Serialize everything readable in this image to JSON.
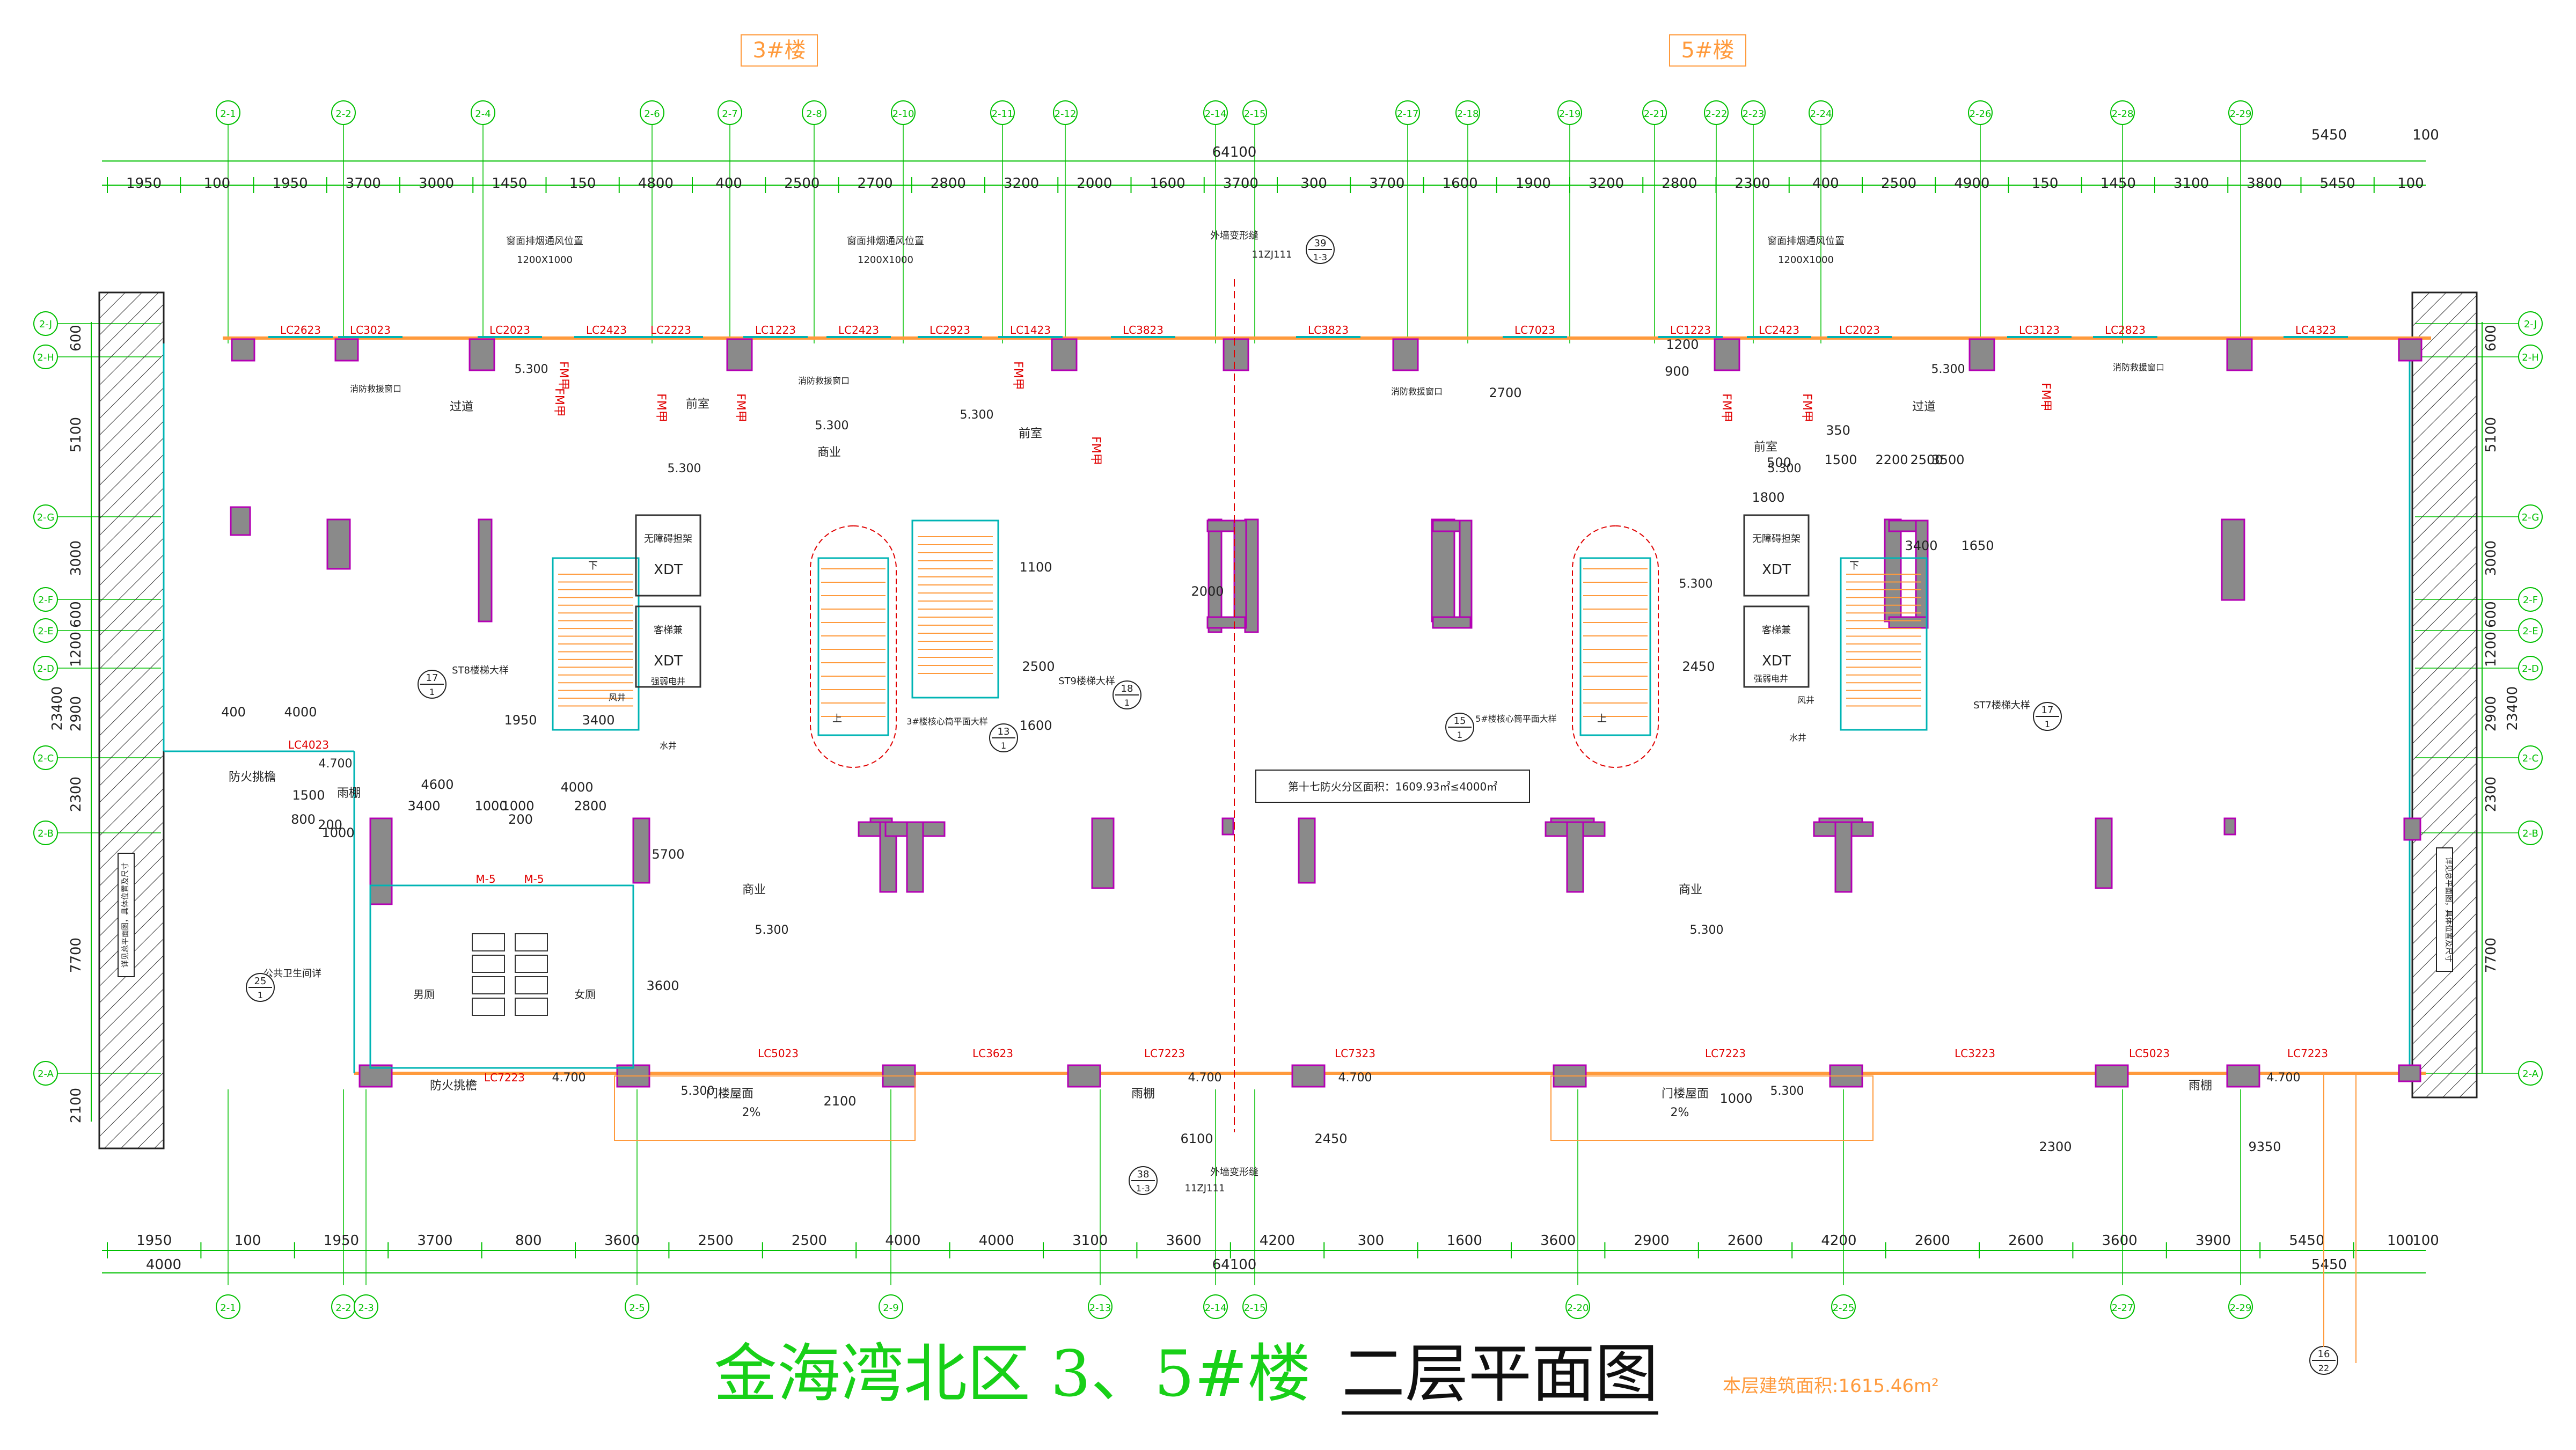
{
  "title": {
    "main": "金海湾北区  3、5#楼",
    "sub": "二层平面图",
    "area_note": "本层建筑面积:1615.46m²"
  },
  "building_tags": {
    "left": "3#楼",
    "right": "5#楼"
  },
  "axes_top": [
    "2-1",
    "2-2",
    "2-4",
    "2-6",
    "2-7",
    "2-8",
    "2-10",
    "2-11",
    "2-12",
    "2-14",
    "2-15",
    "2-17",
    "2-18",
    "2-19",
    "2-21",
    "2-22",
    "2-23",
    "2-24",
    "2-26",
    "2-28",
    "2-29"
  ],
  "axes_bottom": [
    "2-1",
    "2-2",
    "2-3",
    "2-5",
    "2-9",
    "2-13",
    "2-14",
    "2-15",
    "2-20",
    "2-25",
    "2-27",
    "2-29"
  ],
  "axes_rows": [
    "2-J",
    "2-H",
    "2-G",
    "2-F",
    "2-E",
    "2-D",
    "2-C",
    "2-B",
    "2-A"
  ],
  "dims": {
    "top_total": "64100",
    "top_right_a": "5450",
    "top_right_b": "100",
    "top_row": [
      "1950",
      "100",
      "1950",
      "3700",
      "3000",
      "1450",
      "150",
      "4800",
      "400",
      "2500",
      "2700",
      "2800",
      "3200",
      "2000",
      "1600",
      "3700",
      "300",
      "3700",
      "1600",
      "1900",
      "3200",
      "2800",
      "2300",
      "400",
      "2500",
      "4900",
      "150",
      "1450",
      "3100",
      "3800",
      "5450",
      "100"
    ],
    "bottom_row": [
      "1950",
      "100",
      "1950",
      "3700",
      "800",
      "3600",
      "2500",
      "2500",
      "4000",
      "4000",
      "3100",
      "3600",
      "4200",
      "300",
      "1600",
      "3600",
      "2900",
      "2600",
      "4200",
      "2600",
      "2600",
      "3600",
      "3900",
      "5450",
      "100"
    ],
    "bottom_sub": [
      "4000",
      "5450"
    ],
    "bottom_total": "64100",
    "bottom_right": "100",
    "left_side": [
      "600",
      "5100",
      "3000",
      "600",
      "1200",
      "2900",
      "2300",
      "7700",
      "2100"
    ],
    "left_total": "23400",
    "right_side": [
      "600",
      "5100",
      "3000",
      "600",
      "1200",
      "2900",
      "2300",
      "7700"
    ],
    "right_total": "23400",
    "misc": [
      "2300",
      "9350",
      "6100",
      "2450",
      "4600",
      "4000",
      "3400",
      "1000",
      "1000",
      "2800",
      "400",
      "4000",
      "1950",
      "3400",
      "2450",
      "3400",
      "1650",
      "2500",
      "2200",
      "1500",
      "350",
      "500",
      "1800",
      "2700",
      "900",
      "1200",
      "2000",
      "5700",
      "3600",
      "1100",
      "2500",
      "1600",
      "800",
      "1500",
      "1000",
      "200",
      "200",
      "3500",
      "2100",
      "1000"
    ]
  },
  "windows": [
    "LC2623",
    "LC3023",
    "LC2023",
    "LC2423",
    "LC2223",
    "LC1223",
    "LC2423",
    "LC2923",
    "LC1423",
    "LC3823",
    "LC3823",
    "LC7023",
    "LC1223",
    "LC2423",
    "LC2023",
    "LC3123",
    "LC2823",
    "LC4323",
    "LC4023",
    "LC7223",
    "LC5023",
    "LC3623",
    "LC7223",
    "LC7323",
    "LC7223",
    "LC3223",
    "LC5023",
    "LC7223"
  ],
  "labels": {
    "shop": "商业",
    "elevation": "5.300",
    "elev_low": "4.700",
    "fire_zone": "第十七防火分区面积：1609.93㎡≤4000㎡",
    "canopy": "雨棚",
    "fire_roof": "防火挑檐",
    "door_roof": "门楼屋面",
    "slope": "2%",
    "front_room": "前室",
    "corridor": "过道",
    "elevator_xdt": "XDT",
    "elev_barrier": "无障碍担架兼消防电梯",
    "elev_passenger": "客梯兼消防电梯",
    "smoke_window": "窗面排烟通风位置",
    "smoke_size": "1200X1000",
    "fire_rescue": "消防救援窗口",
    "fm": "FM甲",
    "wall_joint": "外墙变形缝",
    "joint_code": "11ZJ111",
    "m5": "M-5",
    "male_toilet": "男厕",
    "female_toilet": "女厕",
    "public_toilet": "公共卫生间详",
    "stair_st8": "ST8楼梯大样",
    "stair_st7": "ST7楼梯大样",
    "stair_st9": "ST9楼梯大样",
    "core3": "3#楼核心筒平面大样",
    "core5": "5#楼核心筒平面大样",
    "down": "下",
    "up": "上",
    "water": "水井",
    "strong": "强弱电井",
    "air": "风井",
    "side_note_left": "详见总平面图，具体位置及尺寸",
    "side_note_right": "详见总平面图，具体位置及尺寸"
  },
  "callouts": [
    "39",
    "38",
    "17",
    "17",
    "18",
    "13",
    "15",
    "25",
    "16"
  ],
  "callout_sub": [
    "1-3",
    "1-3",
    "1",
    "1",
    "1",
    "1",
    "1",
    "1",
    "22"
  ],
  "colors": {
    "grid": "#00c000",
    "wall": "#8a8a8a",
    "wall_edge": "#b400b4",
    "window": "#00b4b4",
    "exterior": "#ff9a3c",
    "text_red": "#e00000",
    "title": "#18d018"
  }
}
